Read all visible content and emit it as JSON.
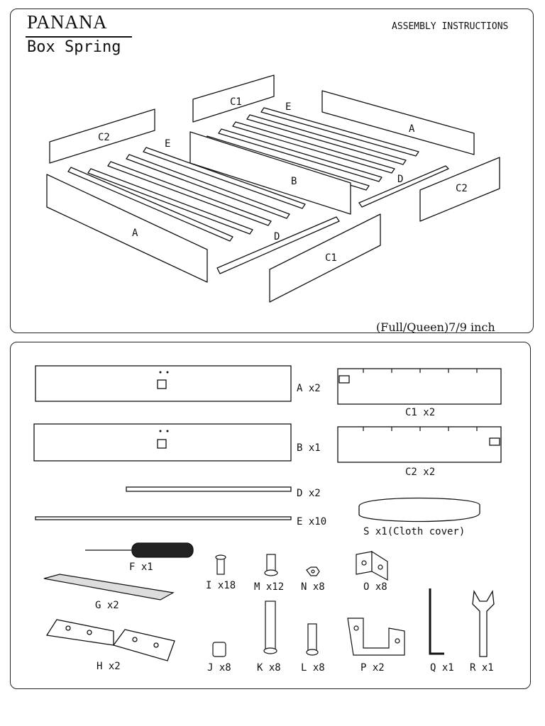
{
  "header": {
    "brand": "PANANA",
    "product": "Box Spring",
    "doc_title": "ASSEMBLY INSTRUCTIONS",
    "size_note": "(Full/Queen)7/9 inch"
  },
  "exploded_view": {
    "labels": [
      "C1",
      "E",
      "A",
      "C2",
      "E",
      "B",
      "D",
      "C2",
      "A",
      "D",
      "C1"
    ]
  },
  "parts": [
    {
      "label": "A x2"
    },
    {
      "label": "C1 x2"
    },
    {
      "label": "B x1"
    },
    {
      "label": "C2 x2"
    },
    {
      "label": "D x2"
    },
    {
      "label": "E x10"
    },
    {
      "label": "S x1(Cloth cover)"
    },
    {
      "label": "F x1"
    },
    {
      "label": "I x18"
    },
    {
      "label": "M x12"
    },
    {
      "label": "N x8"
    },
    {
      "label": "O x8"
    },
    {
      "label": "G x2"
    },
    {
      "label": "H x2"
    },
    {
      "label": "J x8"
    },
    {
      "label": "K x8"
    },
    {
      "label": "L x8"
    },
    {
      "label": "P x2"
    },
    {
      "label": "Q x1"
    },
    {
      "label": "R x1"
    }
  ]
}
